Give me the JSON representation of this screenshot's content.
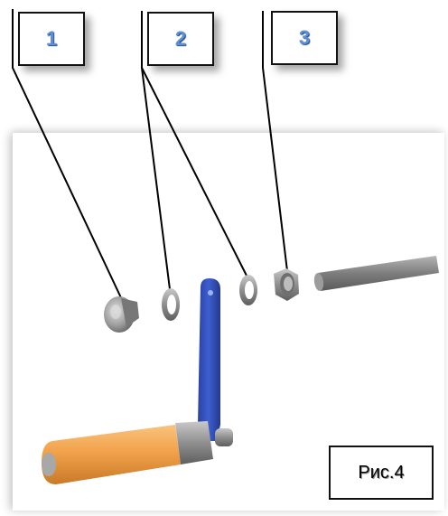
{
  "callouts": {
    "one": "1",
    "two": "2",
    "three": "3"
  },
  "caption": "Рис.4",
  "colors": {
    "handle_grip": "#f2a24a",
    "crank_arm": "#2f4fbf",
    "metal": "#9a9a9a",
    "leader_line": "#000000"
  }
}
